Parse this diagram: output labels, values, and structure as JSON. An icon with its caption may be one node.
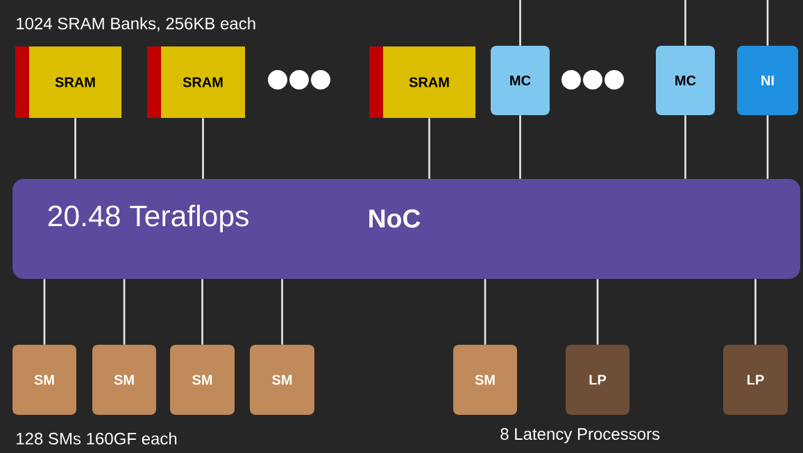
{
  "diagram": {
    "nodes": [
      {
        "text": [
          "SRAM"
        ]
      },
      {
        "text": [
          "SRAM"
        ]
      },
      {
        "text": [
          "SRAM"
        ]
      },
      {
        "text": [
          "MC"
        ]
      },
      {
        "text": [
          "MC"
        ]
      },
      {
        "text": [
          "NI"
        ]
      },
      {
        "text": [
          "20.48 Teraflops",
          "NoC"
        ]
      },
      {
        "text": [
          "SM"
        ]
      },
      {
        "text": [
          "SM"
        ]
      },
      {
        "text": [
          "SM"
        ]
      },
      {
        "text": [
          "SM"
        ]
      },
      {
        "text": [
          "SM"
        ]
      },
      {
        "text": [
          "LP"
        ]
      },
      {
        "text": [
          "LP"
        ]
      }
    ],
    "edges": [
      {
        "from": 0,
        "to": 6,
        "arrow": "none"
      },
      {
        "from": 1,
        "to": 6,
        "arrow": "none"
      },
      {
        "from": 2,
        "to": 6,
        "arrow": "none"
      },
      {
        "from": null,
        "to": 3,
        "arrow": "none"
      },
      {
        "from": 3,
        "to": 6,
        "arrow": "none"
      },
      {
        "from": null,
        "to": 4,
        "arrow": "none"
      },
      {
        "from": 4,
        "to": 6,
        "arrow": "none"
      },
      {
        "from": null,
        "to": 5,
        "arrow": "none"
      },
      {
        "from": 5,
        "to": 6,
        "arrow": "none"
      },
      {
        "from": 6,
        "to": 7,
        "arrow": "none"
      },
      {
        "from": 6,
        "to": 8,
        "arrow": "none"
      },
      {
        "from": 6,
        "to": 9,
        "arrow": "none"
      },
      {
        "from": 6,
        "to": 10,
        "arrow": "none"
      },
      {
        "from": 6,
        "to": 11,
        "arrow": "none"
      },
      {
        "from": 6,
        "to": 12,
        "arrow": "none"
      },
      {
        "from": 6,
        "to": 13,
        "arrow": "none"
      }
    ],
    "labels": [
      "1024 SRAM Banks, 256KB each",
      "128 SMs 160GF each",
      "8 Latency Processors"
    ]
  }
}
